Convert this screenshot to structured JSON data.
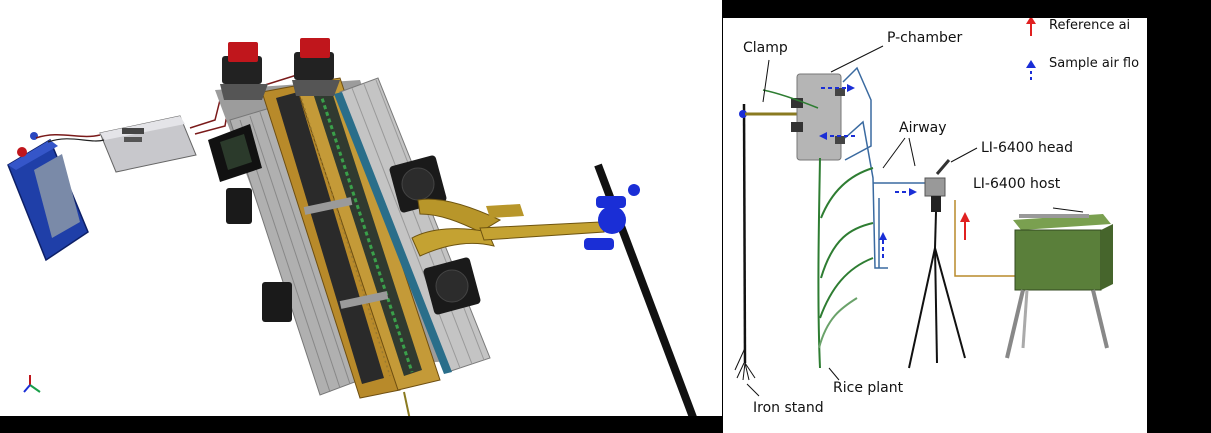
{
  "diagram": {
    "labels": {
      "clamp": "Clamp",
      "p_chamber": "P-chamber",
      "airway": "Airway",
      "li_head": "LI-6400 head",
      "li_host": "LI-6400 host",
      "rice_plant": "Rice plant",
      "iron_stand": "Iron stand"
    },
    "legend": {
      "reference": "Reference ai",
      "sample": "Sample air flo"
    },
    "colors": {
      "reference_arrow": "#e02020",
      "sample_arrow": "#1a2ed6",
      "plant": "#2e7d32",
      "host_box": "#5a7f3a",
      "battery": "#1f3fa8",
      "frame": "#b88a2a",
      "heatsink": "#a8a8a8",
      "switch": "#c0161c"
    }
  }
}
